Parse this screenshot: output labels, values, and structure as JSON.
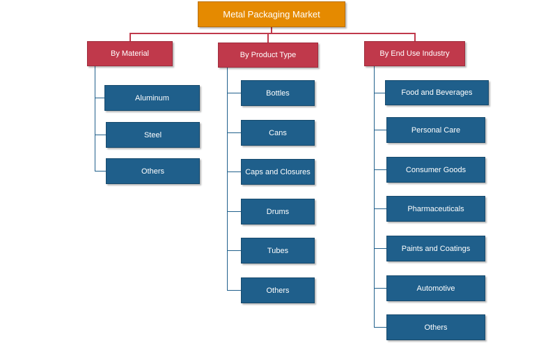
{
  "title": "Metal Packaging Market",
  "categories": [
    {
      "label": "By Material",
      "items": [
        "Aluminum",
        "Steel",
        "Others"
      ]
    },
    {
      "label": "By Product Type",
      "items": [
        "Bottles",
        "Cans",
        "Caps and Closures",
        "Drums",
        "Tubes",
        "Others"
      ]
    },
    {
      "label": "By End Use Industry",
      "items": [
        "Food and Beverages",
        "Personal Care",
        "Consumer Goods",
        "Pharmaceuticals",
        "Paints and Coatings",
        "Automotive",
        "Others"
      ]
    }
  ],
  "colors": {
    "root": "#E58A00",
    "category": "#C0394B",
    "leaf": "#1F5F8B"
  }
}
